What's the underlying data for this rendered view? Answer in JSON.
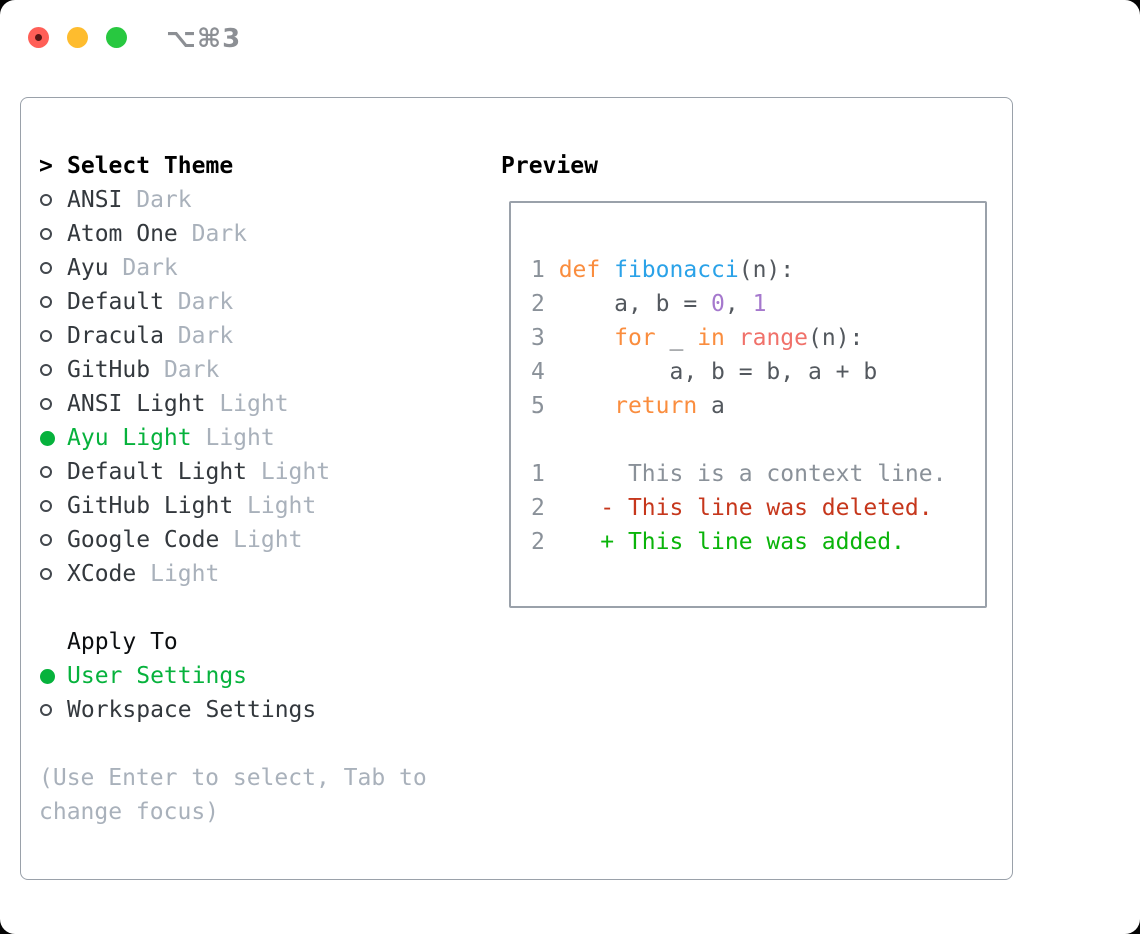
{
  "window": {
    "title": "⌥⌘3"
  },
  "colors": {
    "accent_green": "#06b23c",
    "window_bg": "#ffffff",
    "border": "#9aa1aa",
    "title_gray": "#8c8f94",
    "text_dark": "#33383d",
    "text_black": "#0c0e10",
    "muted": "#a9b1bb",
    "traffic_red": "#ff5f57",
    "traffic_yellow": "#febc2e",
    "traffic_green": "#28c840",
    "ln": "#8a9199",
    "kw": "#fa8d3e",
    "fn": "#2aa2e8",
    "cl": "#f0716a",
    "num": "#a578cd",
    "txt": "#53585e",
    "ctx": "#8a9199",
    "del": "#c6371c",
    "add": "#0ab40a"
  },
  "theme_picker": {
    "prompt": ">",
    "header": "Select Theme",
    "items": [
      {
        "name": "ANSI",
        "variant": "Dark",
        "selected": false
      },
      {
        "name": "Atom One",
        "variant": "Dark",
        "selected": false
      },
      {
        "name": "Ayu",
        "variant": "Dark",
        "selected": false
      },
      {
        "name": "Default",
        "variant": "Dark",
        "selected": false
      },
      {
        "name": "Dracula",
        "variant": "Dark",
        "selected": false
      },
      {
        "name": "GitHub",
        "variant": "Dark",
        "selected": false
      },
      {
        "name": "ANSI Light",
        "variant": "Light",
        "selected": false
      },
      {
        "name": "Ayu Light",
        "variant": "Light",
        "selected": true
      },
      {
        "name": "Default Light",
        "variant": "Light",
        "selected": false
      },
      {
        "name": "GitHub Light",
        "variant": "Light",
        "selected": false
      },
      {
        "name": "Google Code",
        "variant": "Light",
        "selected": false
      },
      {
        "name": "XCode",
        "variant": "Light",
        "selected": false
      }
    ],
    "apply_to": {
      "header": "Apply To",
      "options": [
        {
          "label": "User Settings",
          "selected": true
        },
        {
          "label": "Workspace Settings",
          "selected": false
        }
      ]
    },
    "hint_lines": [
      "(Use Enter to select, Tab to",
      "change focus)"
    ]
  },
  "preview": {
    "header": "Preview",
    "lines": [
      [
        [
          "ln",
          "1 "
        ],
        [
          "kw",
          "def"
        ],
        [
          "txt",
          " "
        ],
        [
          "fn",
          "fibonacci"
        ],
        [
          "txt",
          "(n):"
        ]
      ],
      [
        [
          "ln",
          "2 "
        ],
        [
          "txt",
          "    a, b = "
        ],
        [
          "num",
          "0"
        ],
        [
          "txt",
          ", "
        ],
        [
          "num",
          "1"
        ]
      ],
      [
        [
          "ln",
          "3 "
        ],
        [
          "txt",
          "    "
        ],
        [
          "kw",
          "for"
        ],
        [
          "txt",
          " _ "
        ],
        [
          "kw",
          "in"
        ],
        [
          "txt",
          " "
        ],
        [
          "cl",
          "range"
        ],
        [
          "txt",
          "(n):"
        ]
      ],
      [
        [
          "ln",
          "4 "
        ],
        [
          "txt",
          "        a, b = b, a + b"
        ]
      ],
      [
        [
          "ln",
          "5 "
        ],
        [
          "txt",
          "    "
        ],
        [
          "kw",
          "return"
        ],
        [
          "txt",
          " a"
        ]
      ],
      [],
      [
        [
          "ln",
          "1 "
        ],
        [
          "ctx",
          "     This is a context line."
        ]
      ],
      [
        [
          "ln",
          "2 "
        ],
        [
          "del",
          "   - This line was deleted."
        ]
      ],
      [
        [
          "ln",
          "2 "
        ],
        [
          "add",
          "   + This line was added."
        ]
      ]
    ]
  }
}
